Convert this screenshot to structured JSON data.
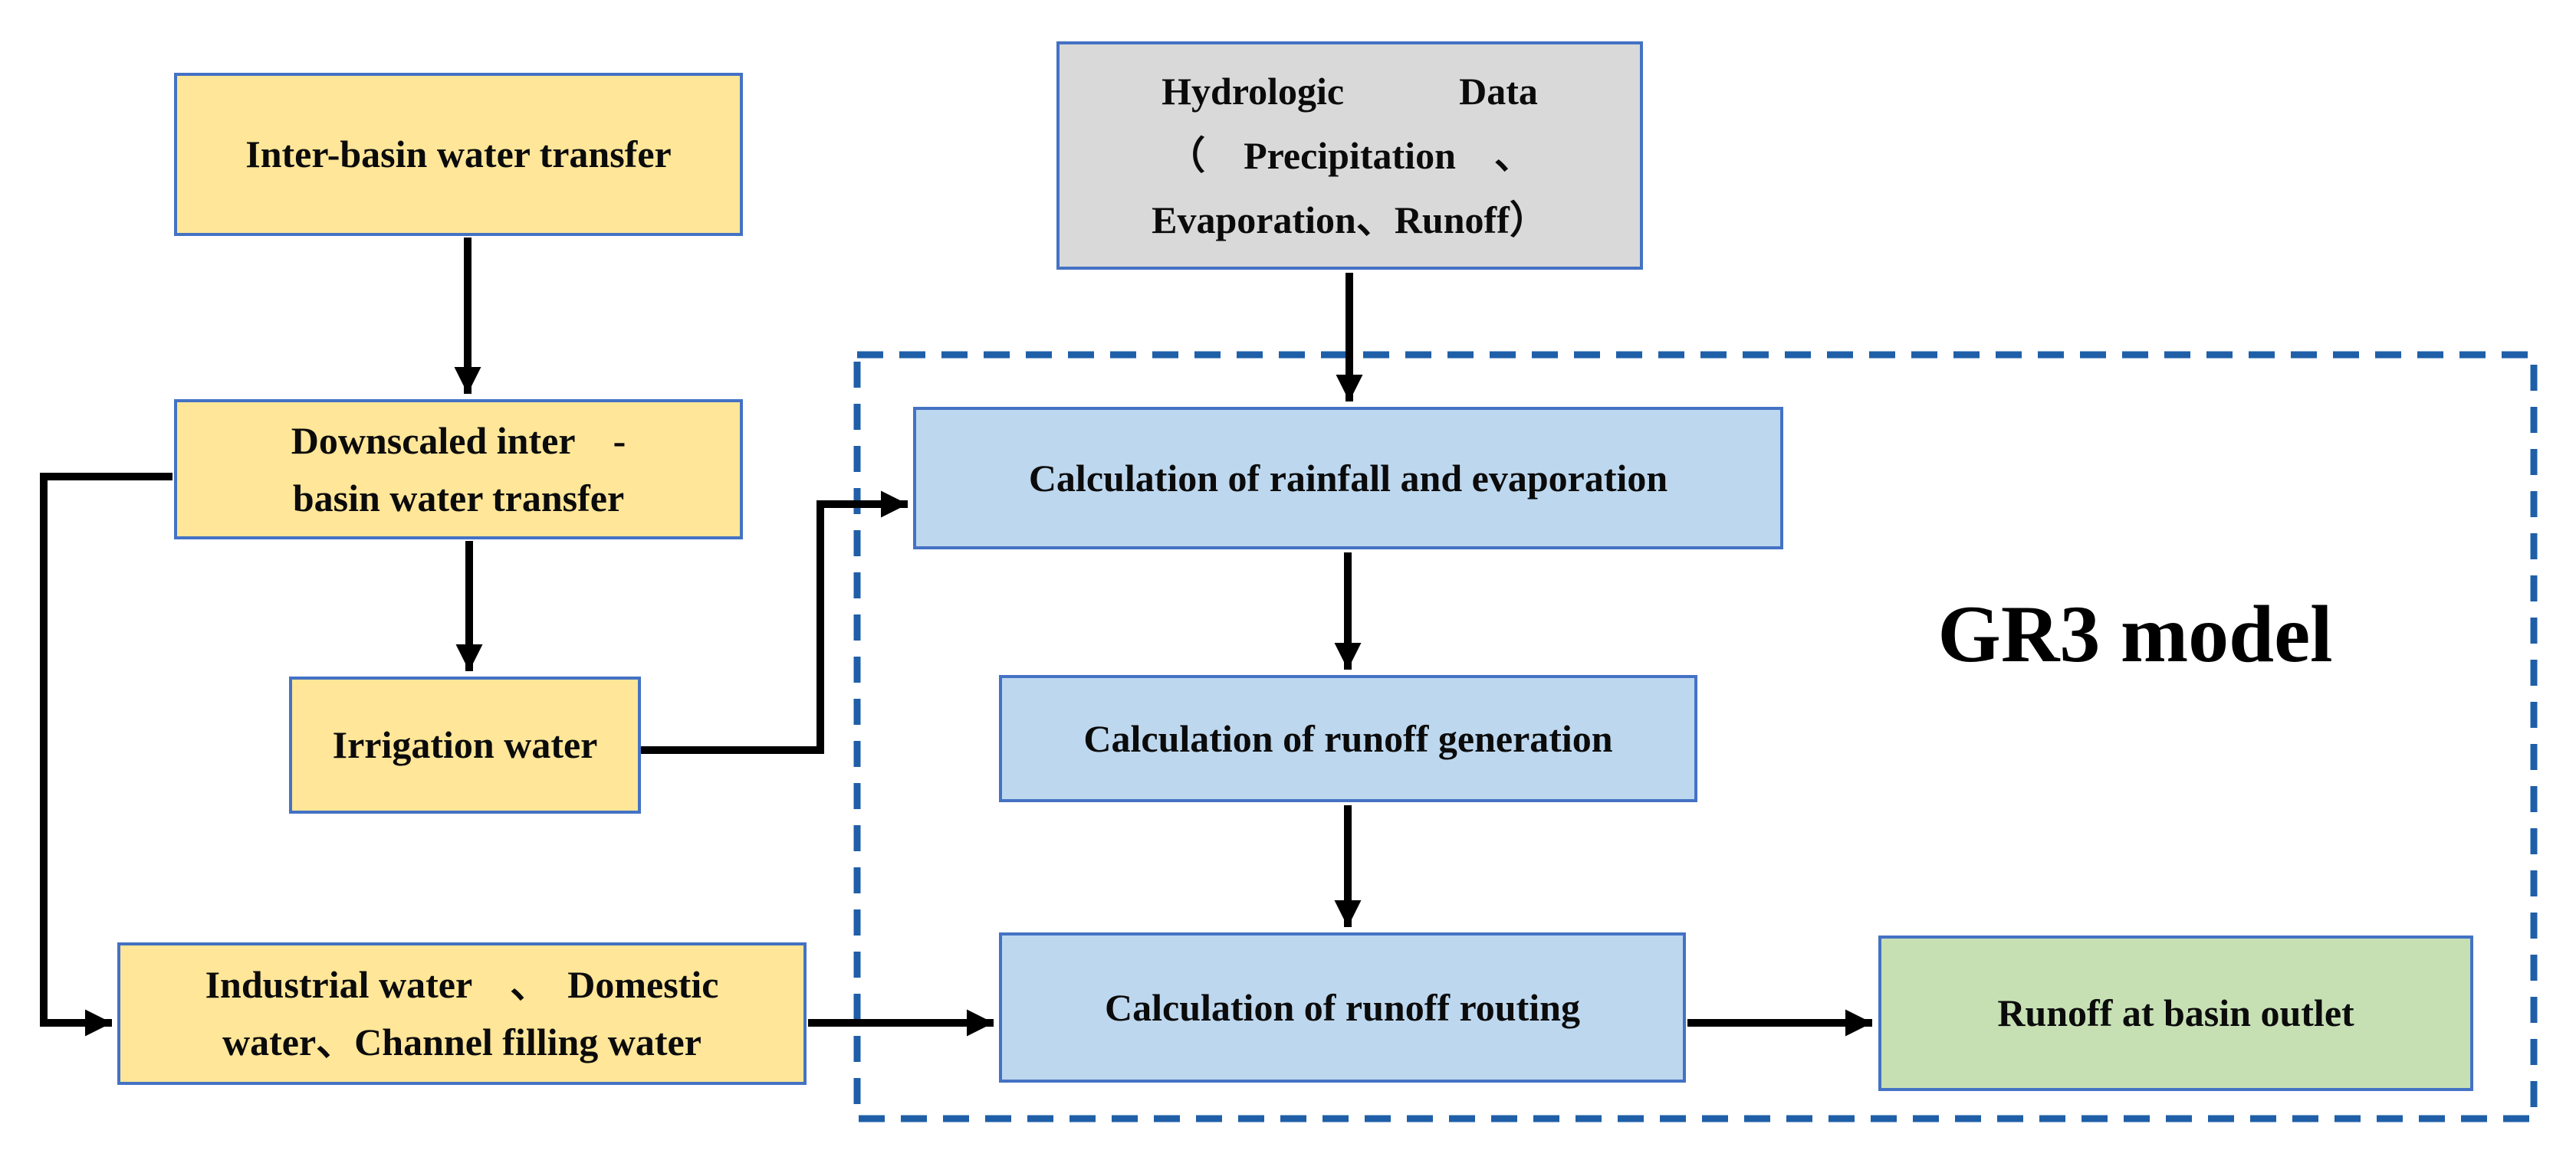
{
  "figure": {
    "model_label": "GR3 model"
  },
  "boxes": {
    "inter_basin": {
      "label": "Inter-basin water transfer"
    },
    "downscaled": {
      "label": "Downscaled inter　-\nbasin water transfer"
    },
    "irrigation": {
      "label": "Irrigation water"
    },
    "industrial": {
      "label": "Industrial water　、　Domestic\nwater、Channel filling water"
    },
    "hydrologic": {
      "label": "Hydrologic　　　Data\n（　Precipitation　、\nEvaporation、Runoff）"
    },
    "calc_rainfall": {
      "label": "Calculation of rainfall and evaporation"
    },
    "calc_generation": {
      "label": "Calculation of runoff generation"
    },
    "calc_routing": {
      "label": "Calculation of runoff routing"
    },
    "outlet": {
      "label": "Runoff at basin outlet"
    }
  },
  "colors": {
    "source_fill": "#FFE699",
    "data_fill": "#D9D9D9",
    "process_fill": "#BDD7EE",
    "output_fill": "#C6E0B4",
    "box_border": "#4472C4",
    "model_border": "#1F5FA8",
    "arrow": "#000000",
    "text": "#0B0B0B",
    "background": "#FFFFFF"
  }
}
